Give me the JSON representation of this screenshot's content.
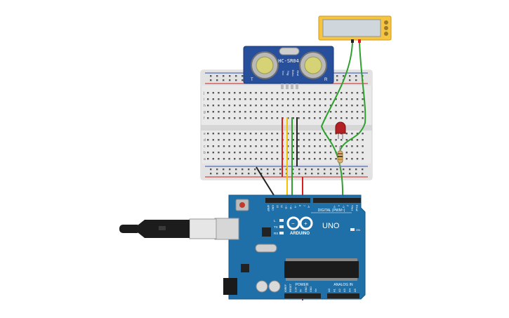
{
  "sensor": {
    "model": "HC-SR04",
    "left_mark": "T",
    "right_mark": "R",
    "pins": [
      "Vcc",
      "Trig",
      "Echo",
      "Gnd"
    ]
  },
  "arduino": {
    "board": "UNO",
    "brand": "ARDUINO",
    "digital_header": "DIGITAL (PWM~)",
    "power_header": "POWER",
    "analog_header": "ANALOG IN",
    "on_label": "ON",
    "led_labels": [
      "L",
      "TX",
      "RX"
    ],
    "top_pins": [
      "AREF",
      "GND",
      "13",
      "12",
      "~11",
      "~10",
      "~9",
      "8",
      "7",
      "~6",
      "~5",
      "4",
      "~3",
      "2",
      "TX▸1",
      "RX◂0"
    ],
    "power_pins": [
      "IOREF",
      "RESET",
      "3.3V",
      "5V",
      "GND",
      "GND",
      "Vin"
    ],
    "analog_pins": [
      "A0",
      "A1",
      "A2",
      "A3",
      "A4",
      "A5"
    ]
  },
  "breadboard": {
    "row_letters_top": [
      "j",
      "i",
      "h",
      "g",
      "f"
    ],
    "row_letters_bottom": [
      "e",
      "d",
      "c",
      "b",
      "a"
    ]
  },
  "colors": {
    "pcb": "#1f6fa8",
    "sensor_pcb": "#274f9c",
    "wire_red": "#d71f1f",
    "wire_yellow": "#f2c300",
    "wire_green": "#2ea02e",
    "wire_black": "#222222",
    "buzzer_body": "#f5c542"
  }
}
